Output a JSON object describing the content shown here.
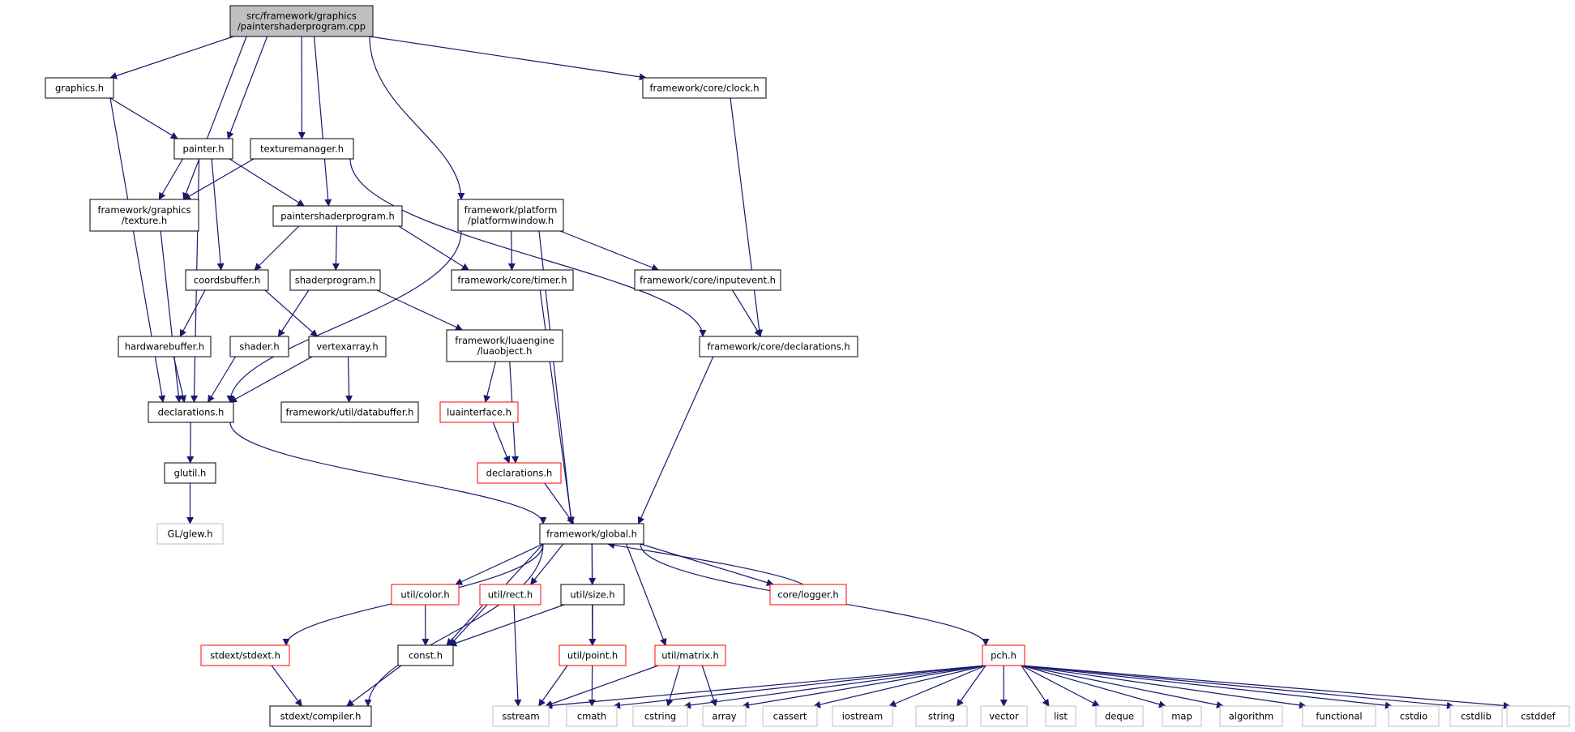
{
  "diagram": {
    "type": "include-dependency-graph",
    "colors": {
      "edge": "#191970",
      "root_fill": "#bfbfbf",
      "normal_border": "#000000",
      "truncated_border": "#ff0000",
      "external_border": "#bfbfbf",
      "node_fill": "#ffffff"
    },
    "nodes": [
      {
        "id": "root",
        "lines": [
          "src/framework/graphics",
          "/paintershaderprogram.cpp"
        ],
        "kind": "root"
      },
      {
        "id": "graphics_h",
        "lines": [
          "graphics.h"
        ],
        "kind": "normal"
      },
      {
        "id": "clock_h",
        "lines": [
          "framework/core/clock.h"
        ],
        "kind": "normal"
      },
      {
        "id": "painter_h",
        "lines": [
          "painter.h"
        ],
        "kind": "normal"
      },
      {
        "id": "texturemanager_h",
        "lines": [
          "texturemanager.h"
        ],
        "kind": "normal"
      },
      {
        "id": "texture_h",
        "lines": [
          "framework/graphics",
          "/texture.h"
        ],
        "kind": "normal"
      },
      {
        "id": "paintershaderprogram_h",
        "lines": [
          "paintershaderprogram.h"
        ],
        "kind": "normal"
      },
      {
        "id": "platformwindow_h",
        "lines": [
          "framework/platform",
          "/platformwindow.h"
        ],
        "kind": "normal"
      },
      {
        "id": "coordsbuffer_h",
        "lines": [
          "coordsbuffer.h"
        ],
        "kind": "normal"
      },
      {
        "id": "shaderprogram_h",
        "lines": [
          "shaderprogram.h"
        ],
        "kind": "normal"
      },
      {
        "id": "timer_h",
        "lines": [
          "framework/core/timer.h"
        ],
        "kind": "normal"
      },
      {
        "id": "inputevent_h",
        "lines": [
          "framework/core/inputevent.h"
        ],
        "kind": "normal"
      },
      {
        "id": "hardwarebuffer_h",
        "lines": [
          "hardwarebuffer.h"
        ],
        "kind": "normal"
      },
      {
        "id": "shader_h",
        "lines": [
          "shader.h"
        ],
        "kind": "normal"
      },
      {
        "id": "vertexarray_h",
        "lines": [
          "vertexarray.h"
        ],
        "kind": "normal"
      },
      {
        "id": "luaobject_h",
        "lines": [
          "framework/luaengine",
          "/luaobject.h"
        ],
        "kind": "normal"
      },
      {
        "id": "core_declarations_h",
        "lines": [
          "framework/core/declarations.h"
        ],
        "kind": "normal"
      },
      {
        "id": "declarations_h",
        "lines": [
          "declarations.h"
        ],
        "kind": "normal"
      },
      {
        "id": "databuffer_h",
        "lines": [
          "framework/util/databuffer.h"
        ],
        "kind": "normal"
      },
      {
        "id": "luainterface_h",
        "lines": [
          "luainterface.h"
        ],
        "kind": "truncated"
      },
      {
        "id": "glutil_h",
        "lines": [
          "glutil.h"
        ],
        "kind": "normal"
      },
      {
        "id": "lua_declarations_h",
        "lines": [
          "declarations.h"
        ],
        "kind": "truncated"
      },
      {
        "id": "glew_h",
        "lines": [
          "GL/glew.h"
        ],
        "kind": "external"
      },
      {
        "id": "global_h",
        "lines": [
          "framework/global.h"
        ],
        "kind": "normal"
      },
      {
        "id": "color_h",
        "lines": [
          "util/color.h"
        ],
        "kind": "truncated"
      },
      {
        "id": "rect_h",
        "lines": [
          "util/rect.h"
        ],
        "kind": "truncated"
      },
      {
        "id": "size_h",
        "lines": [
          "util/size.h"
        ],
        "kind": "normal"
      },
      {
        "id": "logger_h",
        "lines": [
          "core/logger.h"
        ],
        "kind": "truncated"
      },
      {
        "id": "stdext_h",
        "lines": [
          "stdext/stdext.h"
        ],
        "kind": "truncated"
      },
      {
        "id": "const_h",
        "lines": [
          "const.h"
        ],
        "kind": "normal"
      },
      {
        "id": "point_h",
        "lines": [
          "util/point.h"
        ],
        "kind": "truncated"
      },
      {
        "id": "matrix_h",
        "lines": [
          "util/matrix.h"
        ],
        "kind": "truncated"
      },
      {
        "id": "pch_h",
        "lines": [
          "pch.h"
        ],
        "kind": "truncated"
      },
      {
        "id": "compiler_h",
        "lines": [
          "stdext/compiler.h"
        ],
        "kind": "normal"
      },
      {
        "id": "sstream",
        "lines": [
          "sstream"
        ],
        "kind": "external"
      },
      {
        "id": "cmath",
        "lines": [
          "cmath"
        ],
        "kind": "external"
      },
      {
        "id": "cstring",
        "lines": [
          "cstring"
        ],
        "kind": "external"
      },
      {
        "id": "array",
        "lines": [
          "array"
        ],
        "kind": "external"
      },
      {
        "id": "cassert",
        "lines": [
          "cassert"
        ],
        "kind": "external"
      },
      {
        "id": "iostream",
        "lines": [
          "iostream"
        ],
        "kind": "external"
      },
      {
        "id": "string",
        "lines": [
          "string"
        ],
        "kind": "external"
      },
      {
        "id": "vector",
        "lines": [
          "vector"
        ],
        "kind": "external"
      },
      {
        "id": "list",
        "lines": [
          "list"
        ],
        "kind": "external"
      },
      {
        "id": "deque",
        "lines": [
          "deque"
        ],
        "kind": "external"
      },
      {
        "id": "map",
        "lines": [
          "map"
        ],
        "kind": "external"
      },
      {
        "id": "algorithm",
        "lines": [
          "algorithm"
        ],
        "kind": "external"
      },
      {
        "id": "functional",
        "lines": [
          "functional"
        ],
        "kind": "external"
      },
      {
        "id": "cstdio",
        "lines": [
          "cstdio"
        ],
        "kind": "external"
      },
      {
        "id": "cstdlib",
        "lines": [
          "cstdlib"
        ],
        "kind": "external"
      },
      {
        "id": "cstddef",
        "lines": [
          "cstddef"
        ],
        "kind": "external"
      }
    ],
    "edges": [
      [
        "root",
        "graphics_h"
      ],
      [
        "root",
        "painter_h"
      ],
      [
        "root",
        "texture_h"
      ],
      [
        "root",
        "texturemanager_h"
      ],
      [
        "root",
        "paintershaderprogram_h"
      ],
      [
        "root",
        "platformwindow_h"
      ],
      [
        "root",
        "clock_h"
      ],
      [
        "graphics_h",
        "painter_h"
      ],
      [
        "graphics_h",
        "declarations_h"
      ],
      [
        "painter_h",
        "texture_h"
      ],
      [
        "painter_h",
        "paintershaderprogram_h"
      ],
      [
        "painter_h",
        "coordsbuffer_h"
      ],
      [
        "painter_h",
        "declarations_h"
      ],
      [
        "texturemanager_h",
        "texture_h"
      ],
      [
        "texturemanager_h",
        "core_declarations_h"
      ],
      [
        "texture_h",
        "declarations_h"
      ],
      [
        "paintershaderprogram_h",
        "coordsbuffer_h"
      ],
      [
        "paintershaderprogram_h",
        "shaderprogram_h"
      ],
      [
        "paintershaderprogram_h",
        "timer_h"
      ],
      [
        "platformwindow_h",
        "timer_h"
      ],
      [
        "platformwindow_h",
        "inputevent_h"
      ],
      [
        "platformwindow_h",
        "declarations_h"
      ],
      [
        "platformwindow_h",
        "global_h"
      ],
      [
        "clock_h",
        "core_declarations_h"
      ],
      [
        "coordsbuffer_h",
        "hardwarebuffer_h"
      ],
      [
        "coordsbuffer_h",
        "vertexarray_h"
      ],
      [
        "shaderprogram_h",
        "shader_h"
      ],
      [
        "shaderprogram_h",
        "luaobject_h"
      ],
      [
        "timer_h",
        "global_h"
      ],
      [
        "inputevent_h",
        "core_declarations_h"
      ],
      [
        "hardwarebuffer_h",
        "declarations_h"
      ],
      [
        "shader_h",
        "declarations_h"
      ],
      [
        "vertexarray_h",
        "declarations_h"
      ],
      [
        "vertexarray_h",
        "databuffer_h"
      ],
      [
        "luaobject_h",
        "luainterface_h"
      ],
      [
        "luaobject_h",
        "lua_declarations_h"
      ],
      [
        "core_declarations_h",
        "global_h"
      ],
      [
        "declarations_h",
        "glutil_h"
      ],
      [
        "declarations_h",
        "global_h"
      ],
      [
        "luainterface_h",
        "lua_declarations_h"
      ],
      [
        "lua_declarations_h",
        "global_h"
      ],
      [
        "glutil_h",
        "glew_h"
      ],
      [
        "global_h",
        "stdext_h"
      ],
      [
        "global_h",
        "compiler_h"
      ],
      [
        "global_h",
        "const_h"
      ],
      [
        "global_h",
        "color_h"
      ],
      [
        "global_h",
        "rect_h"
      ],
      [
        "global_h",
        "size_h"
      ],
      [
        "global_h",
        "point_h"
      ],
      [
        "global_h",
        "matrix_h"
      ],
      [
        "global_h",
        "logger_h"
      ],
      [
        "global_h",
        "pch_h"
      ],
      [
        "logger_h",
        "global_h"
      ],
      [
        "color_h",
        "const_h"
      ],
      [
        "rect_h",
        "const_h"
      ],
      [
        "rect_h",
        "sstream"
      ],
      [
        "size_h",
        "const_h"
      ],
      [
        "size_h",
        "point_h"
      ],
      [
        "stdext_h",
        "compiler_h"
      ],
      [
        "const_h",
        "compiler_h"
      ],
      [
        "point_h",
        "sstream"
      ],
      [
        "point_h",
        "cmath"
      ],
      [
        "matrix_h",
        "sstream"
      ],
      [
        "matrix_h",
        "cstring"
      ],
      [
        "matrix_h",
        "array"
      ],
      [
        "pch_h",
        "sstream"
      ],
      [
        "pch_h",
        "cmath"
      ],
      [
        "pch_h",
        "cstring"
      ],
      [
        "pch_h",
        "array"
      ],
      [
        "pch_h",
        "cassert"
      ],
      [
        "pch_h",
        "iostream"
      ],
      [
        "pch_h",
        "string"
      ],
      [
        "pch_h",
        "vector"
      ],
      [
        "pch_h",
        "list"
      ],
      [
        "pch_h",
        "deque"
      ],
      [
        "pch_h",
        "map"
      ],
      [
        "pch_h",
        "algorithm"
      ],
      [
        "pch_h",
        "functional"
      ],
      [
        "pch_h",
        "cstdio"
      ],
      [
        "pch_h",
        "cstdlib"
      ],
      [
        "pch_h",
        "cstddef"
      ]
    ]
  }
}
